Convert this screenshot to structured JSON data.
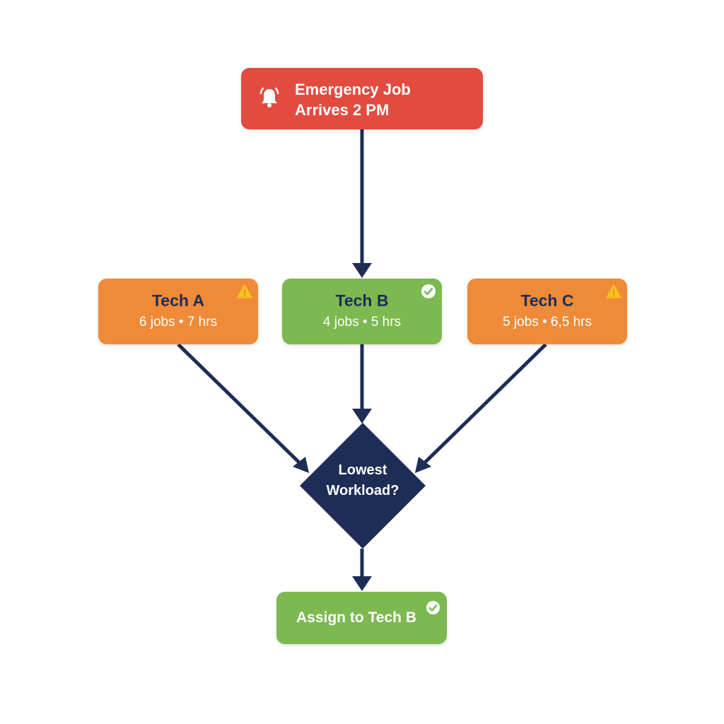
{
  "colors": {
    "start": "#e24b3f",
    "warning_node": "#ee8a38",
    "selected_node": "#7cb950",
    "decision": "#1e2d55",
    "connector": "#1e2d55",
    "warning_badge": "#f7c21a"
  },
  "start": {
    "icon": "bell-icon",
    "title": "Emergency Job\nArrives 2 PM"
  },
  "techs": [
    {
      "name": "Tech A",
      "stats": "6 jobs • 7 hrs",
      "badge": "warning-icon"
    },
    {
      "name": "Tech B",
      "stats": "4 jobs • 5 hrs",
      "badge": "check-icon"
    },
    {
      "name": "Tech C",
      "stats": "5 jobs • 6,5 hrs",
      "badge": "warning-icon"
    }
  ],
  "decision": {
    "label": "Lowest\nWorkload?"
  },
  "result": {
    "label": "Assign to Tech B",
    "badge": "check-icon"
  }
}
